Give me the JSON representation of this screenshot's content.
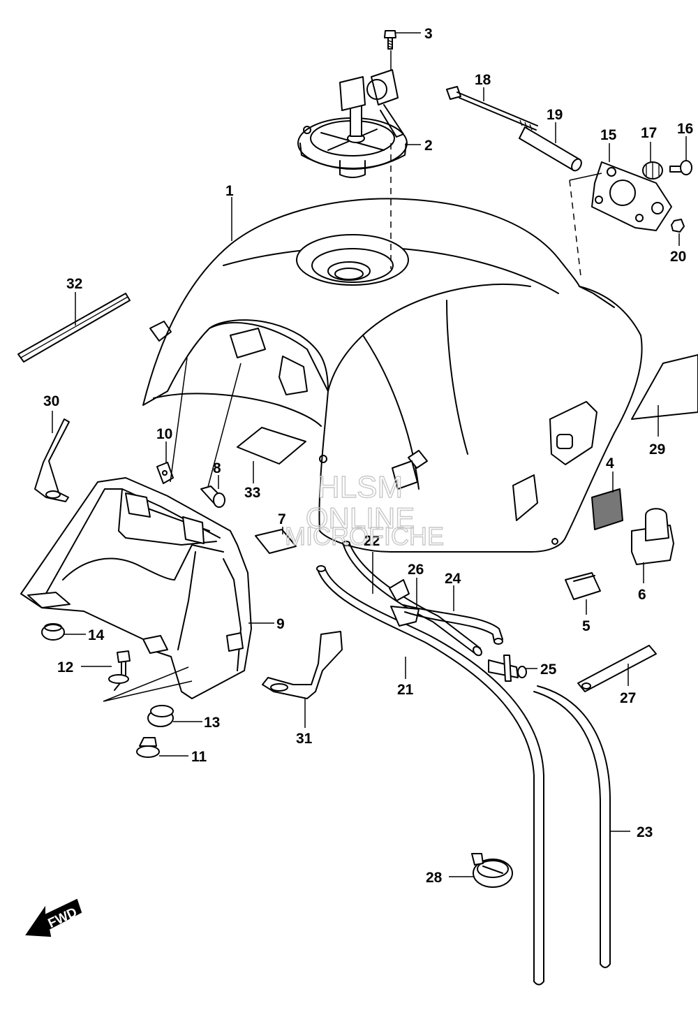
{
  "diagram": {
    "callouts": [
      "1",
      "2",
      "3",
      "4",
      "5",
      "6",
      "7",
      "8",
      "9",
      "10",
      "11",
      "12",
      "13",
      "14",
      "15",
      "16",
      "17",
      "18",
      "19",
      "20",
      "21",
      "22",
      "23",
      "24",
      "25",
      "26",
      "27",
      "28",
      "29",
      "30",
      "31",
      "32",
      "33"
    ],
    "watermark": {
      "line1": "HLSM",
      "line2": "ONLINE",
      "line3": "MICROFICHE"
    },
    "direction_label": "FWD",
    "colors": {
      "line": "#000000",
      "background": "#ffffff",
      "watermark": "#c8c8c8"
    }
  }
}
